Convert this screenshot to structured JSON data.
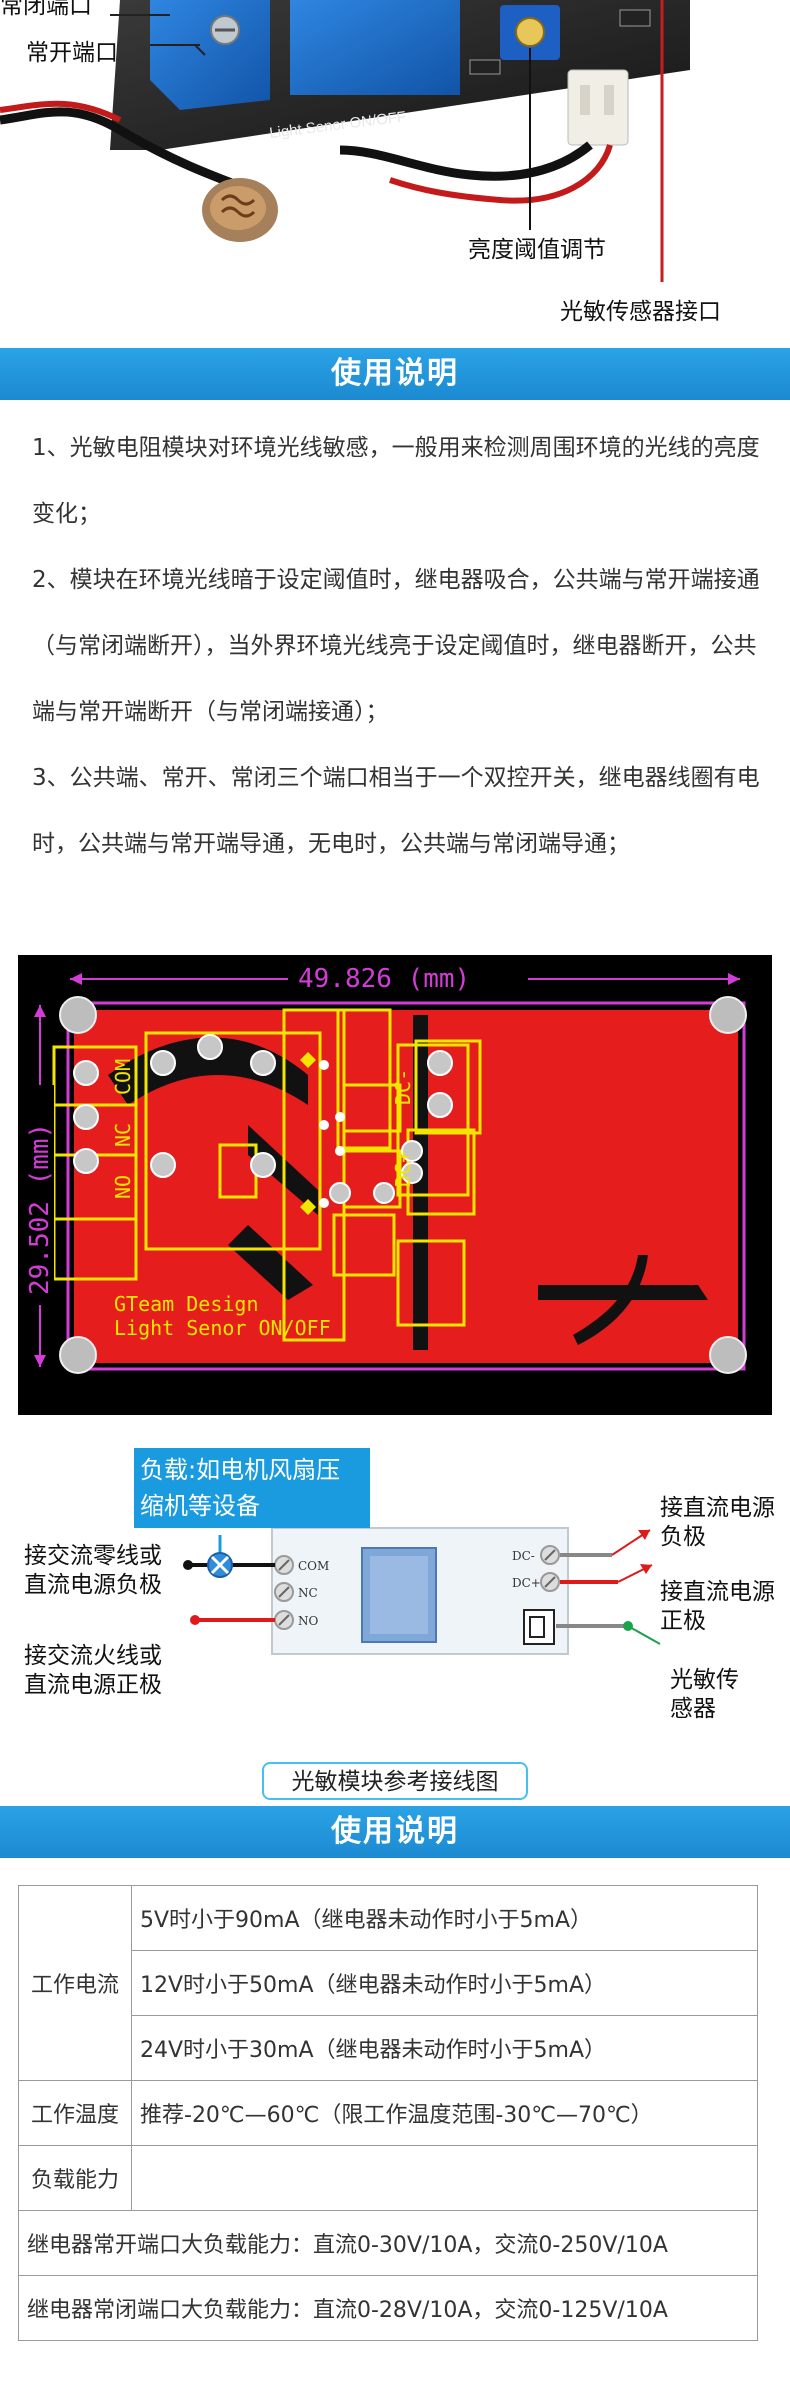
{
  "photo": {
    "callouts": {
      "nc_port": "常闭端口",
      "no_port": "常开端口",
      "threshold": "亮度阈值调节",
      "sensor_port": "光敏传感器接口"
    },
    "board_silkscreen": "Light Senor ON/OFF"
  },
  "section1": {
    "title": "使用说明",
    "paragraphs": [
      "1、光敏电阻模块对环境光线敏感，一般用来检测周围环境的光线的亮度变化；",
      "2、模块在环境光线暗于设定阈值时，继电器吸合，公共端与常开端接通（与常闭端断开），当外界环境光线亮于设定阈值时，继电器断开，公共端与常开端断开（与常闭端接通）；",
      "3、公共端、常开、常闭三个端口相当于一个双控开关，继电器线圈有电时，公共端与常开端导通，无电时，公共端与常闭端导通；"
    ]
  },
  "pcb": {
    "width_dim": "49.826 (mm)",
    "height_dim": "29.502 (mm)",
    "labels": {
      "com": "COM",
      "nc": "NC",
      "no": "NO",
      "dc_minus": "DC-",
      "dc_plus": "DC+"
    },
    "brand": "GTeam Design",
    "product": "Light Senor ON/OFF"
  },
  "wiring": {
    "load_label": "负载:如电机风扇压缩机等设备",
    "left_top": "接交流零线或直流电源负极",
    "left_bottom": "接交流火线或直流电源正极",
    "right_top": "接直流电源负极",
    "right_middle": "接直流电源正极",
    "right_bottom": "光敏传感器",
    "terminals_left": [
      "COM",
      "NC",
      "NO"
    ],
    "terminals_right": [
      "DC-",
      "DC+"
    ],
    "caption": "光敏模块参考接线图"
  },
  "section2": {
    "title": "使用说明",
    "rows": [
      {
        "label": "工作电流",
        "values": [
          "5V时小于90mA（继电器未动作时小于5mA）",
          "12V时小于50mA（继电器未动作时小于5mA）",
          "24V时小于30mA（继电器未动作时小于5mA）"
        ]
      },
      {
        "label": "工作温度",
        "values": [
          "推荐-20℃—60℃（限工作温度范围-30℃—70℃）"
        ]
      },
      {
        "label": "负载能力",
        "values": [
          ""
        ]
      },
      {
        "full": "继电器常开端口大负载能力：直流0-30V/10A，交流0-250V/10A"
      },
      {
        "full": "继电器常闭端口大负载能力：直流0-28V/10A，交流0-125V/10A"
      }
    ]
  }
}
